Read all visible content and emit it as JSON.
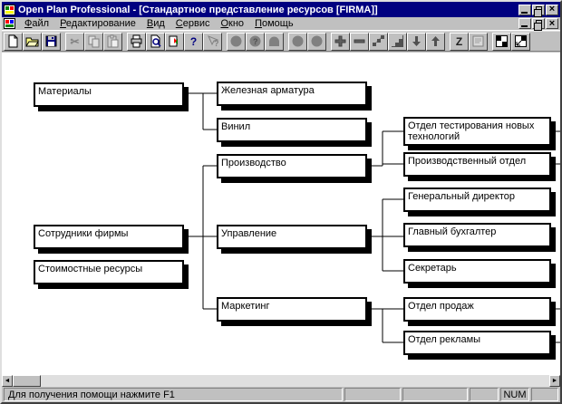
{
  "window": {
    "title": "Open Plan Professional - [Стандартное представление ресурсов [FIRMA]]"
  },
  "menu": {
    "items": [
      "Файл",
      "Редактирование",
      "Вид",
      "Сервис",
      "Окно",
      "Помощь"
    ]
  },
  "toolbar": {
    "icons": [
      "new",
      "open",
      "save",
      "cut",
      "copy",
      "paste",
      "print",
      "print-preview",
      "transfer-doc",
      "help",
      "context-help",
      "resource-circle",
      "resource-circle-query",
      "resource-arch",
      "resource-circle-2",
      "resource-circle-3",
      "add",
      "remove",
      "link-nodes",
      "steps",
      "move-down",
      "move-up",
      "sort-z",
      "notes",
      "tile-window",
      "arrange-window"
    ]
  },
  "diagram": {
    "nodes": [
      {
        "label": "Материалы"
      },
      {
        "label": "Железная арматура"
      },
      {
        "label": "Винил"
      },
      {
        "label": "Производство"
      },
      {
        "label": "Сотрудники фирмы"
      },
      {
        "label": "Управление"
      },
      {
        "label": "Стоимостные ресурсы"
      },
      {
        "label": "Маркетинг"
      },
      {
        "label": "Отдел тестирования новых технологий"
      },
      {
        "label": "Производственный отдел"
      },
      {
        "label": "Генеральный директор"
      },
      {
        "label": "Главный бухгалтер"
      },
      {
        "label": "Секретарь"
      },
      {
        "label": "Отдел продаж"
      },
      {
        "label": "Отдел рекламы"
      }
    ]
  },
  "statusbar": {
    "help_text": "Для получения помощи нажмите F1",
    "num": "NUM"
  },
  "colors": {
    "titlebar": "#000080",
    "chrome": "#c0c0c0",
    "canvas": "#ffffff",
    "box_border": "#000000"
  }
}
